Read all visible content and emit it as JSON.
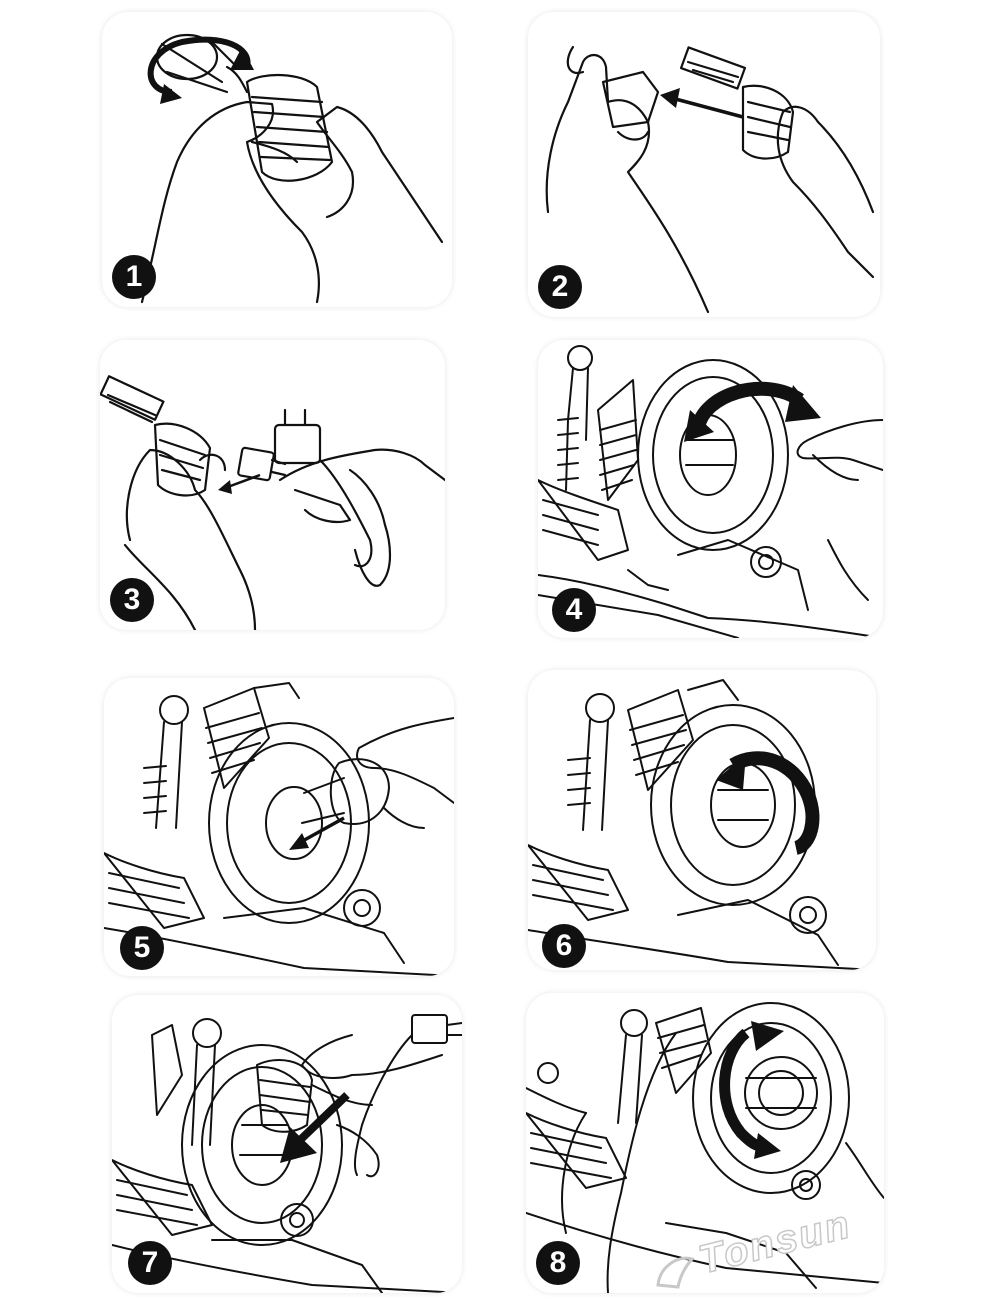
{
  "figure": {
    "steps": [
      {
        "number": "1"
      },
      {
        "number": "2"
      },
      {
        "number": "3"
      },
      {
        "number": "4"
      },
      {
        "number": "5"
      },
      {
        "number": "6"
      },
      {
        "number": "7"
      },
      {
        "number": "8"
      }
    ],
    "watermark": "Tonsun"
  }
}
